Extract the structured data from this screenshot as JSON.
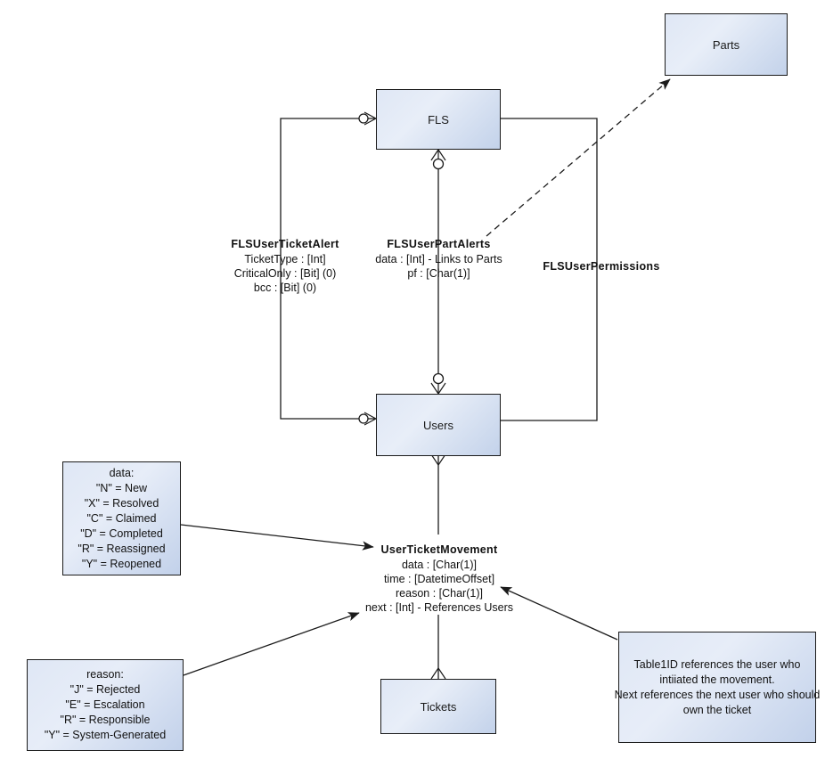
{
  "diagram": {
    "type": "entity-relationship-diagram",
    "background": "#ffffff",
    "entity_fill_light": "#e4ebf7",
    "entity_fill_dark": "#c2d1ea",
    "stroke": "#1b1b1b"
  },
  "entities": [
    {
      "id": "parts",
      "label": "Parts"
    },
    {
      "id": "fls",
      "label": "FLS"
    },
    {
      "id": "users",
      "label": "Users"
    },
    {
      "id": "tickets",
      "label": "Tickets"
    }
  ],
  "relationships": [
    {
      "id": "fls-user-ticket-alert",
      "title": "FLSUserTicketAlert",
      "attributes": [
        "TicketType : [Int]",
        "CriticalOnly : [Bit] (0)",
        "bcc : [Bit] (0)"
      ]
    },
    {
      "id": "fls-user-part-alerts",
      "title": "FLSUserPartAlerts",
      "attributes": [
        "data : [Int] - Links to Parts",
        "pf : [Char(1)]"
      ]
    },
    {
      "id": "fls-user-permissions",
      "title": "FLSUserPermissions",
      "attributes": []
    },
    {
      "id": "user-ticket-movement",
      "title": "UserTicketMovement",
      "attributes": [
        "data : [Char(1)]",
        "time : [DatetimeOffset]",
        "reason : [Char(1)]",
        "next : [Int] - References Users"
      ]
    }
  ],
  "notes": [
    {
      "id": "data-legend",
      "lines": [
        "data:",
        "\"N\" = New",
        "\"X\" = Resolved",
        "\"C\" = Claimed",
        "\"D\" = Completed",
        "\"R\" = Reassigned",
        "\"Y\" = Reopened"
      ]
    },
    {
      "id": "reason-legend",
      "lines": [
        "reason:",
        "\"J\" = Rejected",
        "\"E\" = Escalation",
        "\"R\" = Responsible",
        "\"Y\" = System-Generated"
      ]
    },
    {
      "id": "reference-note",
      "lines": [
        "Table1ID references the user who",
        "intiiated the movement.",
        "Next references the next user who should",
        "own the ticket"
      ]
    }
  ]
}
